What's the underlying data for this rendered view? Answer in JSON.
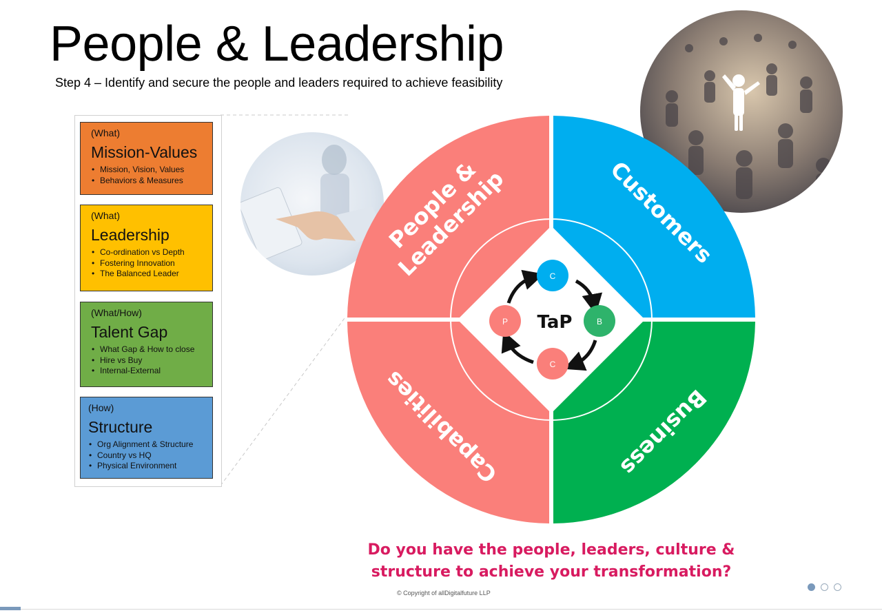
{
  "title": "People & Leadership",
  "subtitle": "Step 4 – Identify and secure the people and leaders required to achieve feasibility",
  "cards": [
    {
      "tag": "(What)",
      "heading": "Mission-Values",
      "bullets": [
        "Mission, Vision, Values",
        "Behaviors & Measures"
      ],
      "color": "#ed7d31"
    },
    {
      "tag": "(What)",
      "heading": "Leadership",
      "bullets": [
        "Co-ordination vs Depth",
        "Fostering Innovation",
        "The Balanced Leader"
      ],
      "color": "#ffc000"
    },
    {
      "tag": "(What/How)",
      "heading": "Talent Gap",
      "bullets": [
        "What Gap & How to close",
        "Hire vs Buy",
        "Internal-External"
      ],
      "color": "#70ad47"
    },
    {
      "tag": "(How)",
      "heading": "Structure",
      "bullets": [
        "Org Alignment & Structure",
        "Country vs HQ",
        "Physical Environment"
      ],
      "color": "#5b9bd5"
    }
  ],
  "wheel": {
    "quadrants": [
      {
        "line1": "People &",
        "line2": "Leadership",
        "color": "#fa7f7a"
      },
      {
        "label": "Customers",
        "color": "#00aeef"
      },
      {
        "label": "Business",
        "color": "#00b050"
      },
      {
        "label": "Capabilities",
        "color": "#fa7f7a"
      }
    ],
    "center": "TaP",
    "nodes": [
      {
        "label": "C",
        "color": "#00aeef"
      },
      {
        "label": "B",
        "color": "#2eb36b"
      },
      {
        "label": "C",
        "color": "#fa7f7a"
      },
      {
        "label": "P",
        "color": "#fa7f7a"
      }
    ]
  },
  "question_line1": "Do you have the people, leaders, culture &",
  "question_line2": "structure to achieve your transformation?",
  "copyright": "©  Copyright of allDigitalfuture LLP",
  "pager": {
    "pages": 3,
    "current": 1
  }
}
